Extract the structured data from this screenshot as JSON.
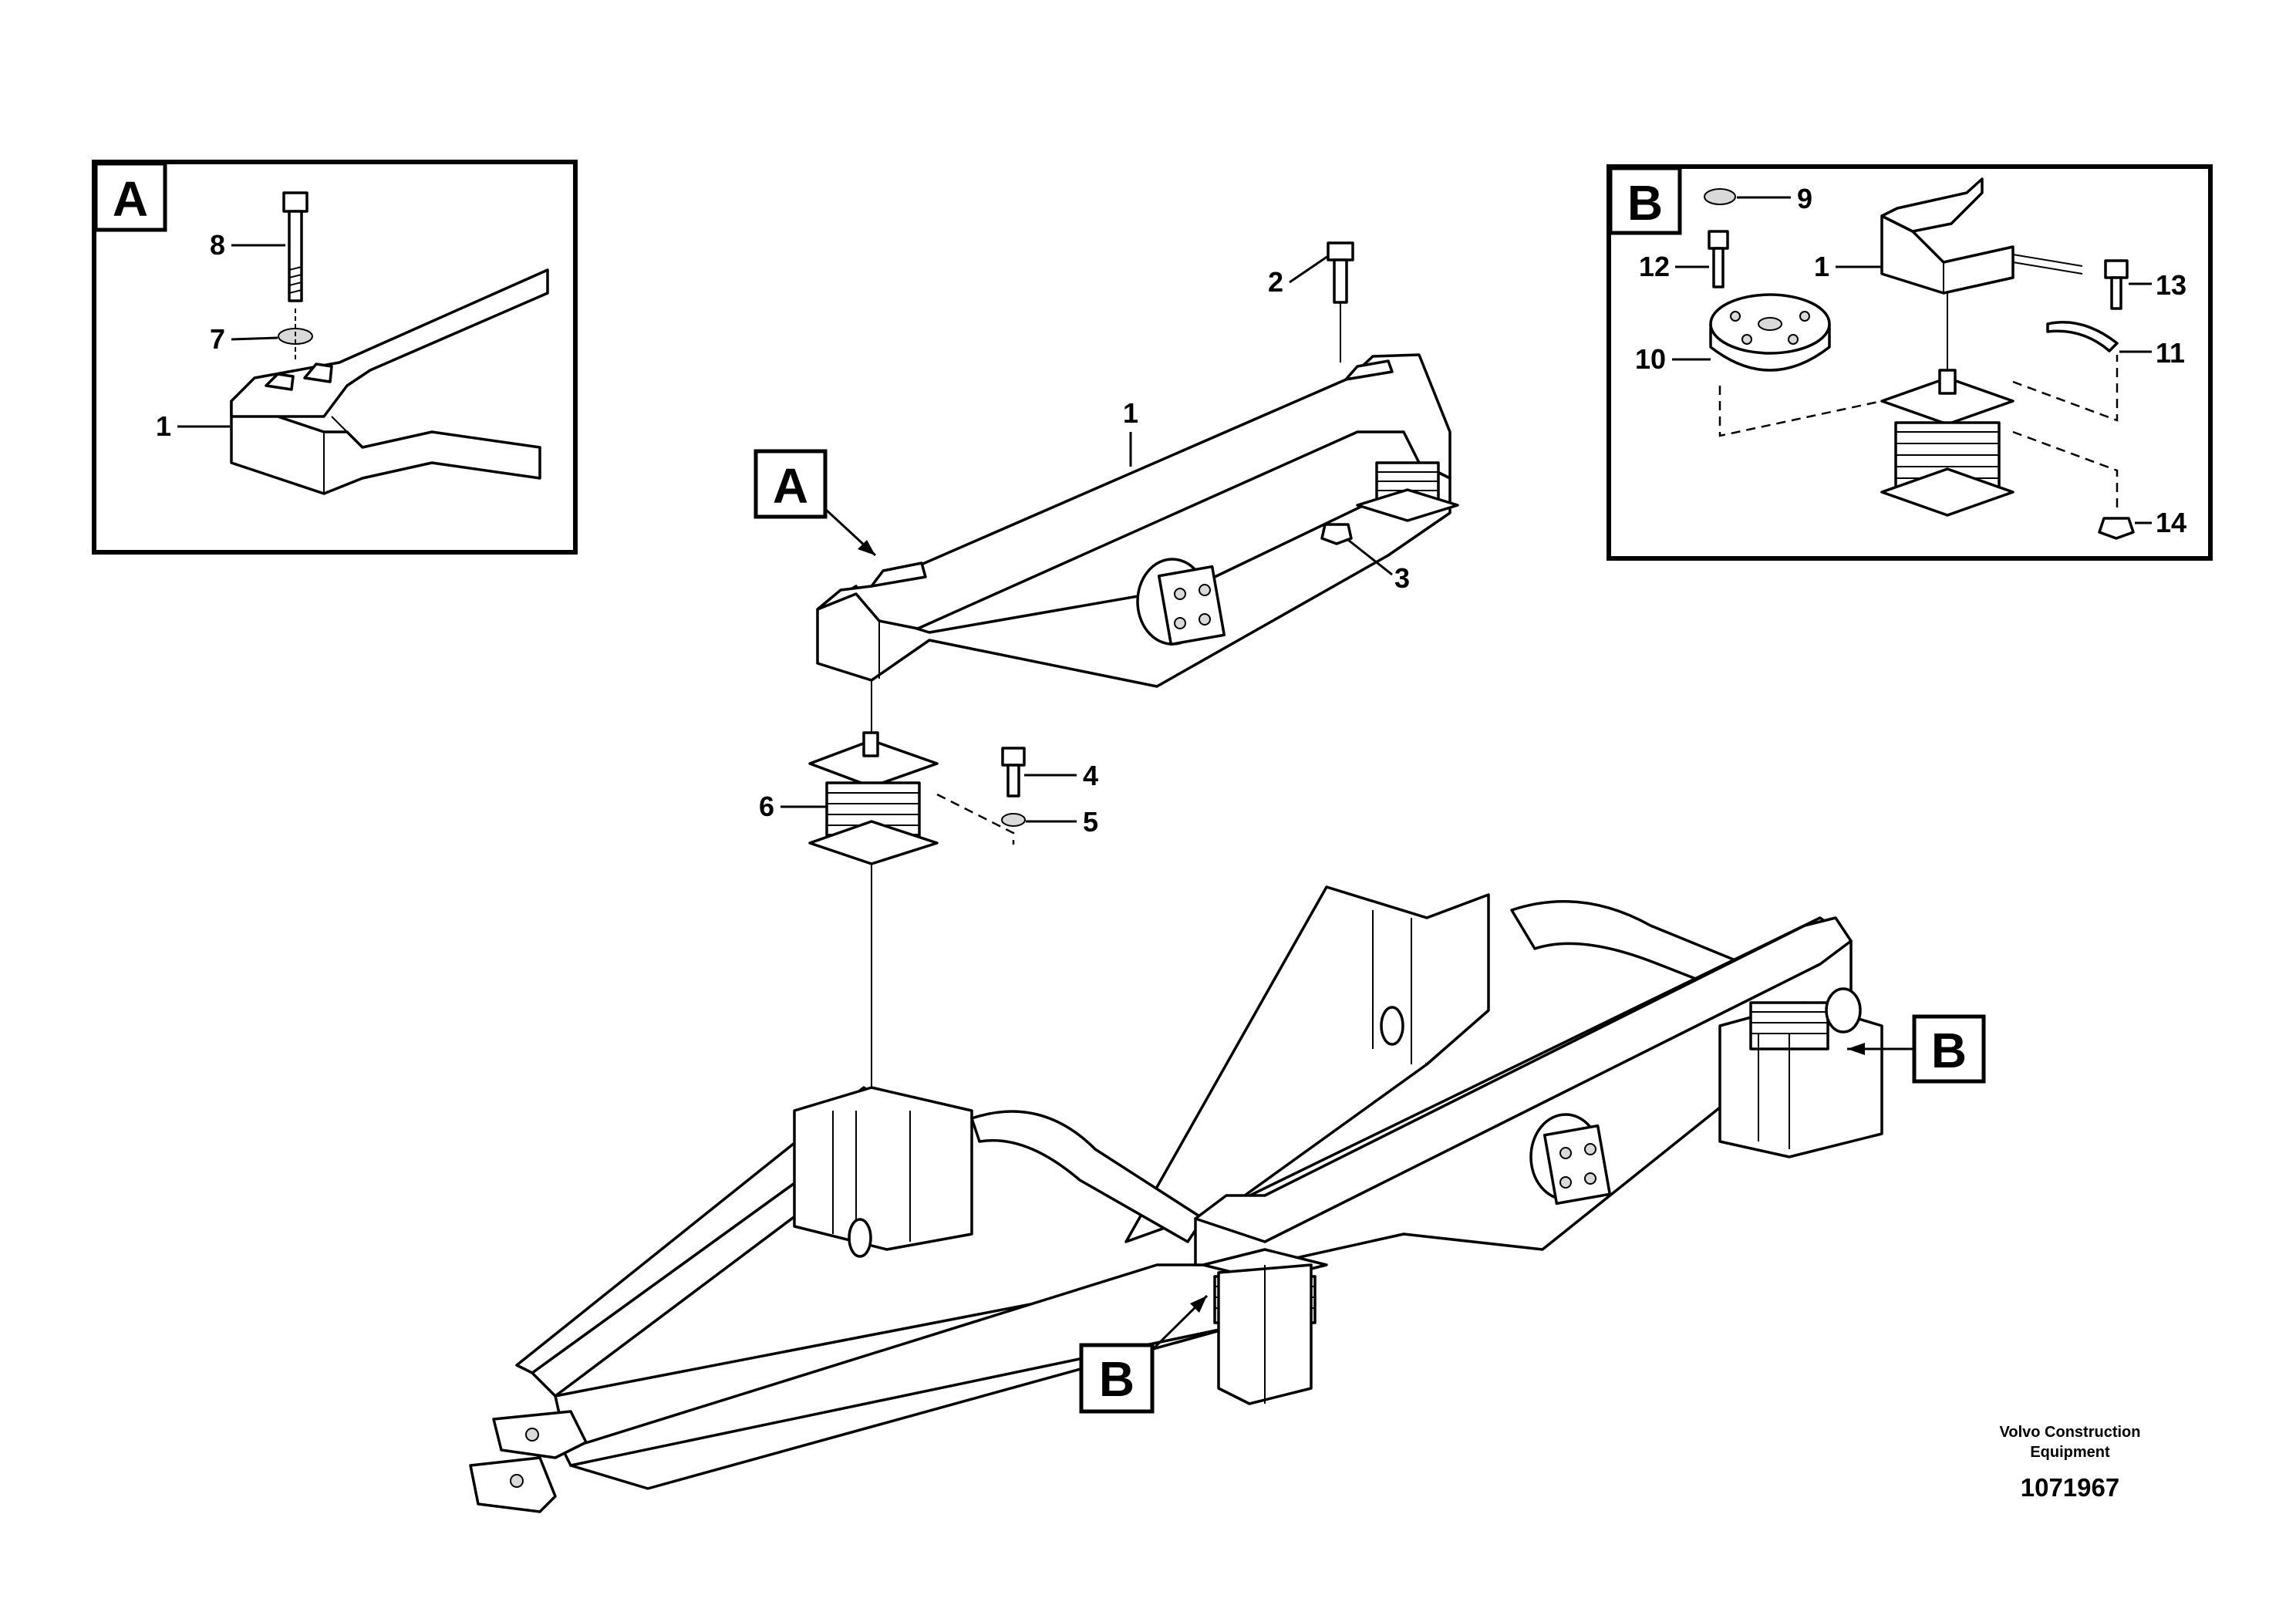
{
  "detail_a": {
    "tag": "A",
    "callouts": [
      "8",
      "7",
      "1"
    ]
  },
  "detail_b": {
    "tag": "B",
    "callouts": [
      "9",
      "12",
      "1",
      "13",
      "10",
      "11",
      "14"
    ]
  },
  "main": {
    "tag_a": "A",
    "tag_b_right": "B",
    "tag_b_bottom": "B",
    "callouts": [
      "1",
      "2",
      "3",
      "4",
      "5",
      "6"
    ]
  },
  "footer": {
    "company_line1": "Volvo Construction",
    "company_line2": "Equipment",
    "doc_number": "1071967"
  }
}
